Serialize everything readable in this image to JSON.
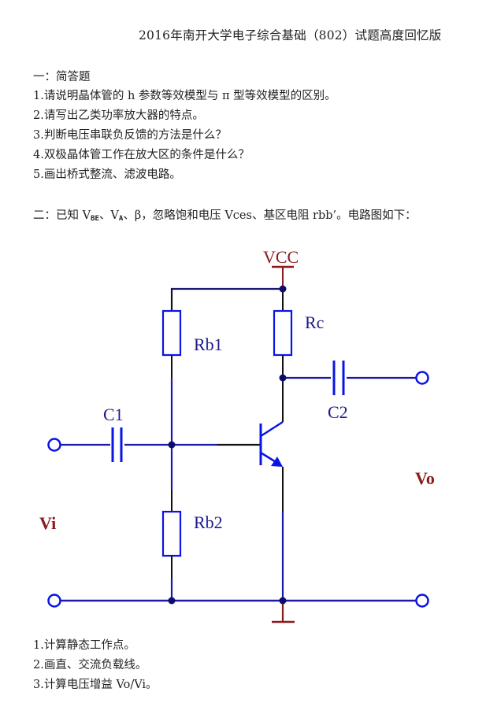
{
  "title": "2016年南开大学电子综合基础（802）试题高度回忆版",
  "section1": {
    "heading": "一：简答题",
    "questions": [
      "1.请说明晶体管的 h 参数等效模型与 π 型等效模型的区别。",
      "2.请写出乙类功率放大器的特点。",
      "3.判断电压串联负反馈的方法是什么？",
      "4.双极晶体管工作在放大区的条件是什么？",
      "5.画出桥式整流、滤波电路。"
    ]
  },
  "section2": {
    "intro_prefix": "二：已知 V",
    "intro_sub1": "BE",
    "intro_mid1": "、V",
    "intro_sub2": "A",
    "intro_suffix": "、β，忽略饱和电压 Vces、基区电阻 rbb’。电路图如下：",
    "circuit": {
      "vcc_label": "VCC",
      "rb1_label": "Rb1",
      "rb2_label": "Rb2",
      "rc_label": "Rc",
      "c1_label": "C1",
      "c2_label": "C2",
      "vi_label": "Vi",
      "vo_label": "Vo",
      "colors": {
        "wire_blue": "#1a1aa8",
        "component_blue": "#0a14e6",
        "wire_black": "#111111",
        "supply_red": "#8b1a1a",
        "node": "#0d0d6e"
      }
    },
    "questions": [
      "1.计算静态工作点。",
      "2.画直、交流负载线。",
      "3.计算电压增益 Vo/Vi。"
    ]
  }
}
